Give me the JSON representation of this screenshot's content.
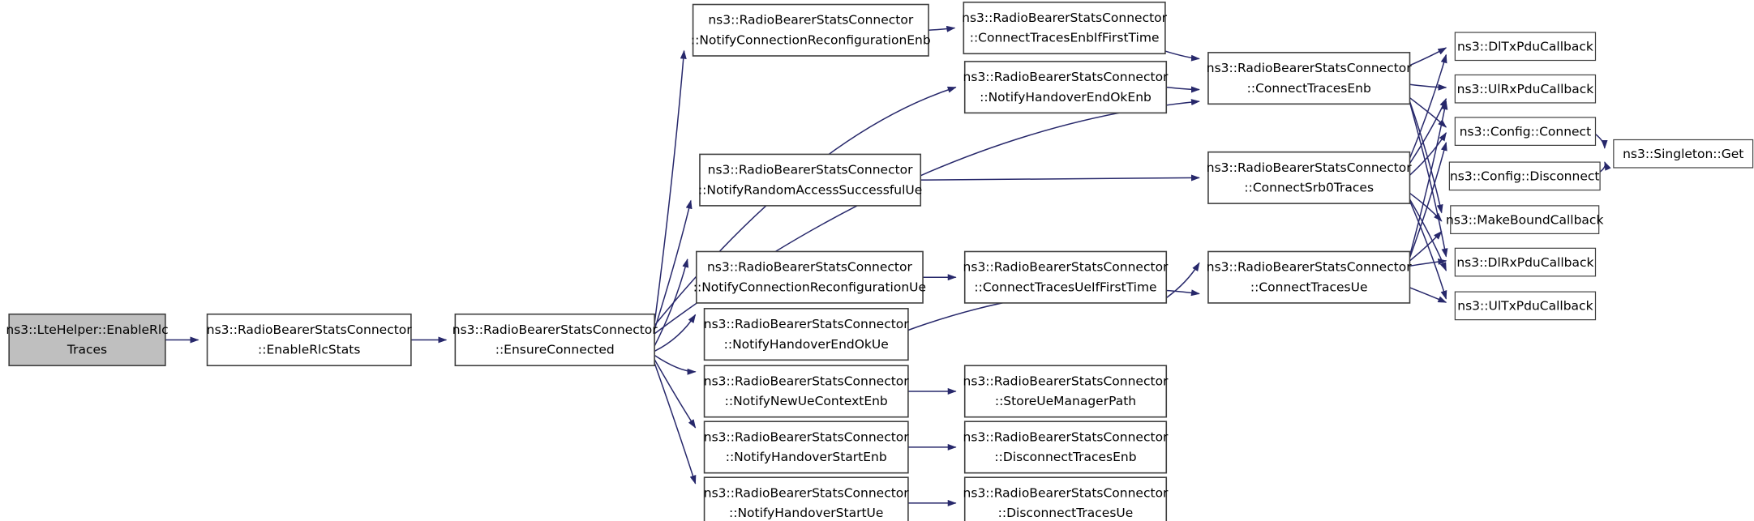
{
  "diagram": {
    "type": "call-graph",
    "title": "ns3::LteHelper::EnableRlcTraces call graph",
    "edge_color": "#27286b",
    "node_fill": "#ffffff",
    "node_stroke": "#404040",
    "root_fill": "#bfbfbf",
    "background": "#ffffff"
  },
  "nodes": {
    "n0": {
      "line1": "ns3::LteHelper::EnableRlc",
      "line2": "Traces"
    },
    "n1": {
      "line1": "ns3::RadioBearerStatsConnector",
      "line2": "::EnableRlcStats"
    },
    "n2": {
      "line1": "ns3::RadioBearerStatsConnector",
      "line2": "::EnsureConnected"
    },
    "n3": {
      "line1": "ns3::RadioBearerStatsConnector",
      "line2": "::NotifyConnectionReconfigurationEnb"
    },
    "n4": {
      "line1": "ns3::RadioBearerStatsConnector",
      "line2": "::NotifyHandoverEndOkEnb"
    },
    "n5": {
      "line1": "ns3::RadioBearerStatsConnector",
      "line2": "::NotifyRandomAccessSuccessfulUe"
    },
    "n6": {
      "line1": "ns3::RadioBearerStatsConnector",
      "line2": "::NotifyConnectionReconfigurationUe"
    },
    "n7": {
      "line1": "ns3::RadioBearerStatsConnector",
      "line2": "::NotifyHandoverEndOkUe"
    },
    "n8": {
      "line1": "ns3::RadioBearerStatsConnector",
      "line2": "::NotifyNewUeContextEnb"
    },
    "n9": {
      "line1": "ns3::RadioBearerStatsConnector",
      "line2": "::NotifyHandoverStartEnb"
    },
    "n10": {
      "line1": "ns3::RadioBearerStatsConnector",
      "line2": "::NotifyHandoverStartUe"
    },
    "n11": {
      "line1": "ns3::RadioBearerStatsConnector",
      "line2": "::ConnectTracesEnbIfFirstTime"
    },
    "n12": {
      "line1": "ns3::RadioBearerStatsConnector",
      "line2": "::ConnectTracesEnb"
    },
    "n13": {
      "line1": "ns3::RadioBearerStatsConnector",
      "line2": "::ConnectSrb0Traces"
    },
    "n14": {
      "line1": "ns3::RadioBearerStatsConnector",
      "line2": "::ConnectTracesUeIfFirstTime"
    },
    "n15": {
      "line1": "ns3::RadioBearerStatsConnector",
      "line2": "::ConnectTracesUe"
    },
    "n16": {
      "line1": "ns3::RadioBearerStatsConnector",
      "line2": "::StoreUeManagerPath"
    },
    "n17": {
      "line1": "ns3::RadioBearerStatsConnector",
      "line2": "::DisconnectTracesEnb"
    },
    "n18": {
      "line1": "ns3::RadioBearerStatsConnector",
      "line2": "::DisconnectTracesUe"
    },
    "n19": {
      "line1": "ns3::DlTxPduCallback",
      "line2": ""
    },
    "n20": {
      "line1": "ns3::UlRxPduCallback",
      "line2": ""
    },
    "n21": {
      "line1": "ns3::Config::Connect",
      "line2": ""
    },
    "n22": {
      "line1": "ns3::Config::Disconnect",
      "line2": ""
    },
    "n23": {
      "line1": "ns3::MakeBoundCallback",
      "line2": ""
    },
    "n24": {
      "line1": "ns3::DlRxPduCallback",
      "line2": ""
    },
    "n25": {
      "line1": "ns3::UlTxPduCallback",
      "line2": ""
    },
    "n26": {
      "line1": "ns3::Singleton::Get",
      "line2": ""
    }
  }
}
